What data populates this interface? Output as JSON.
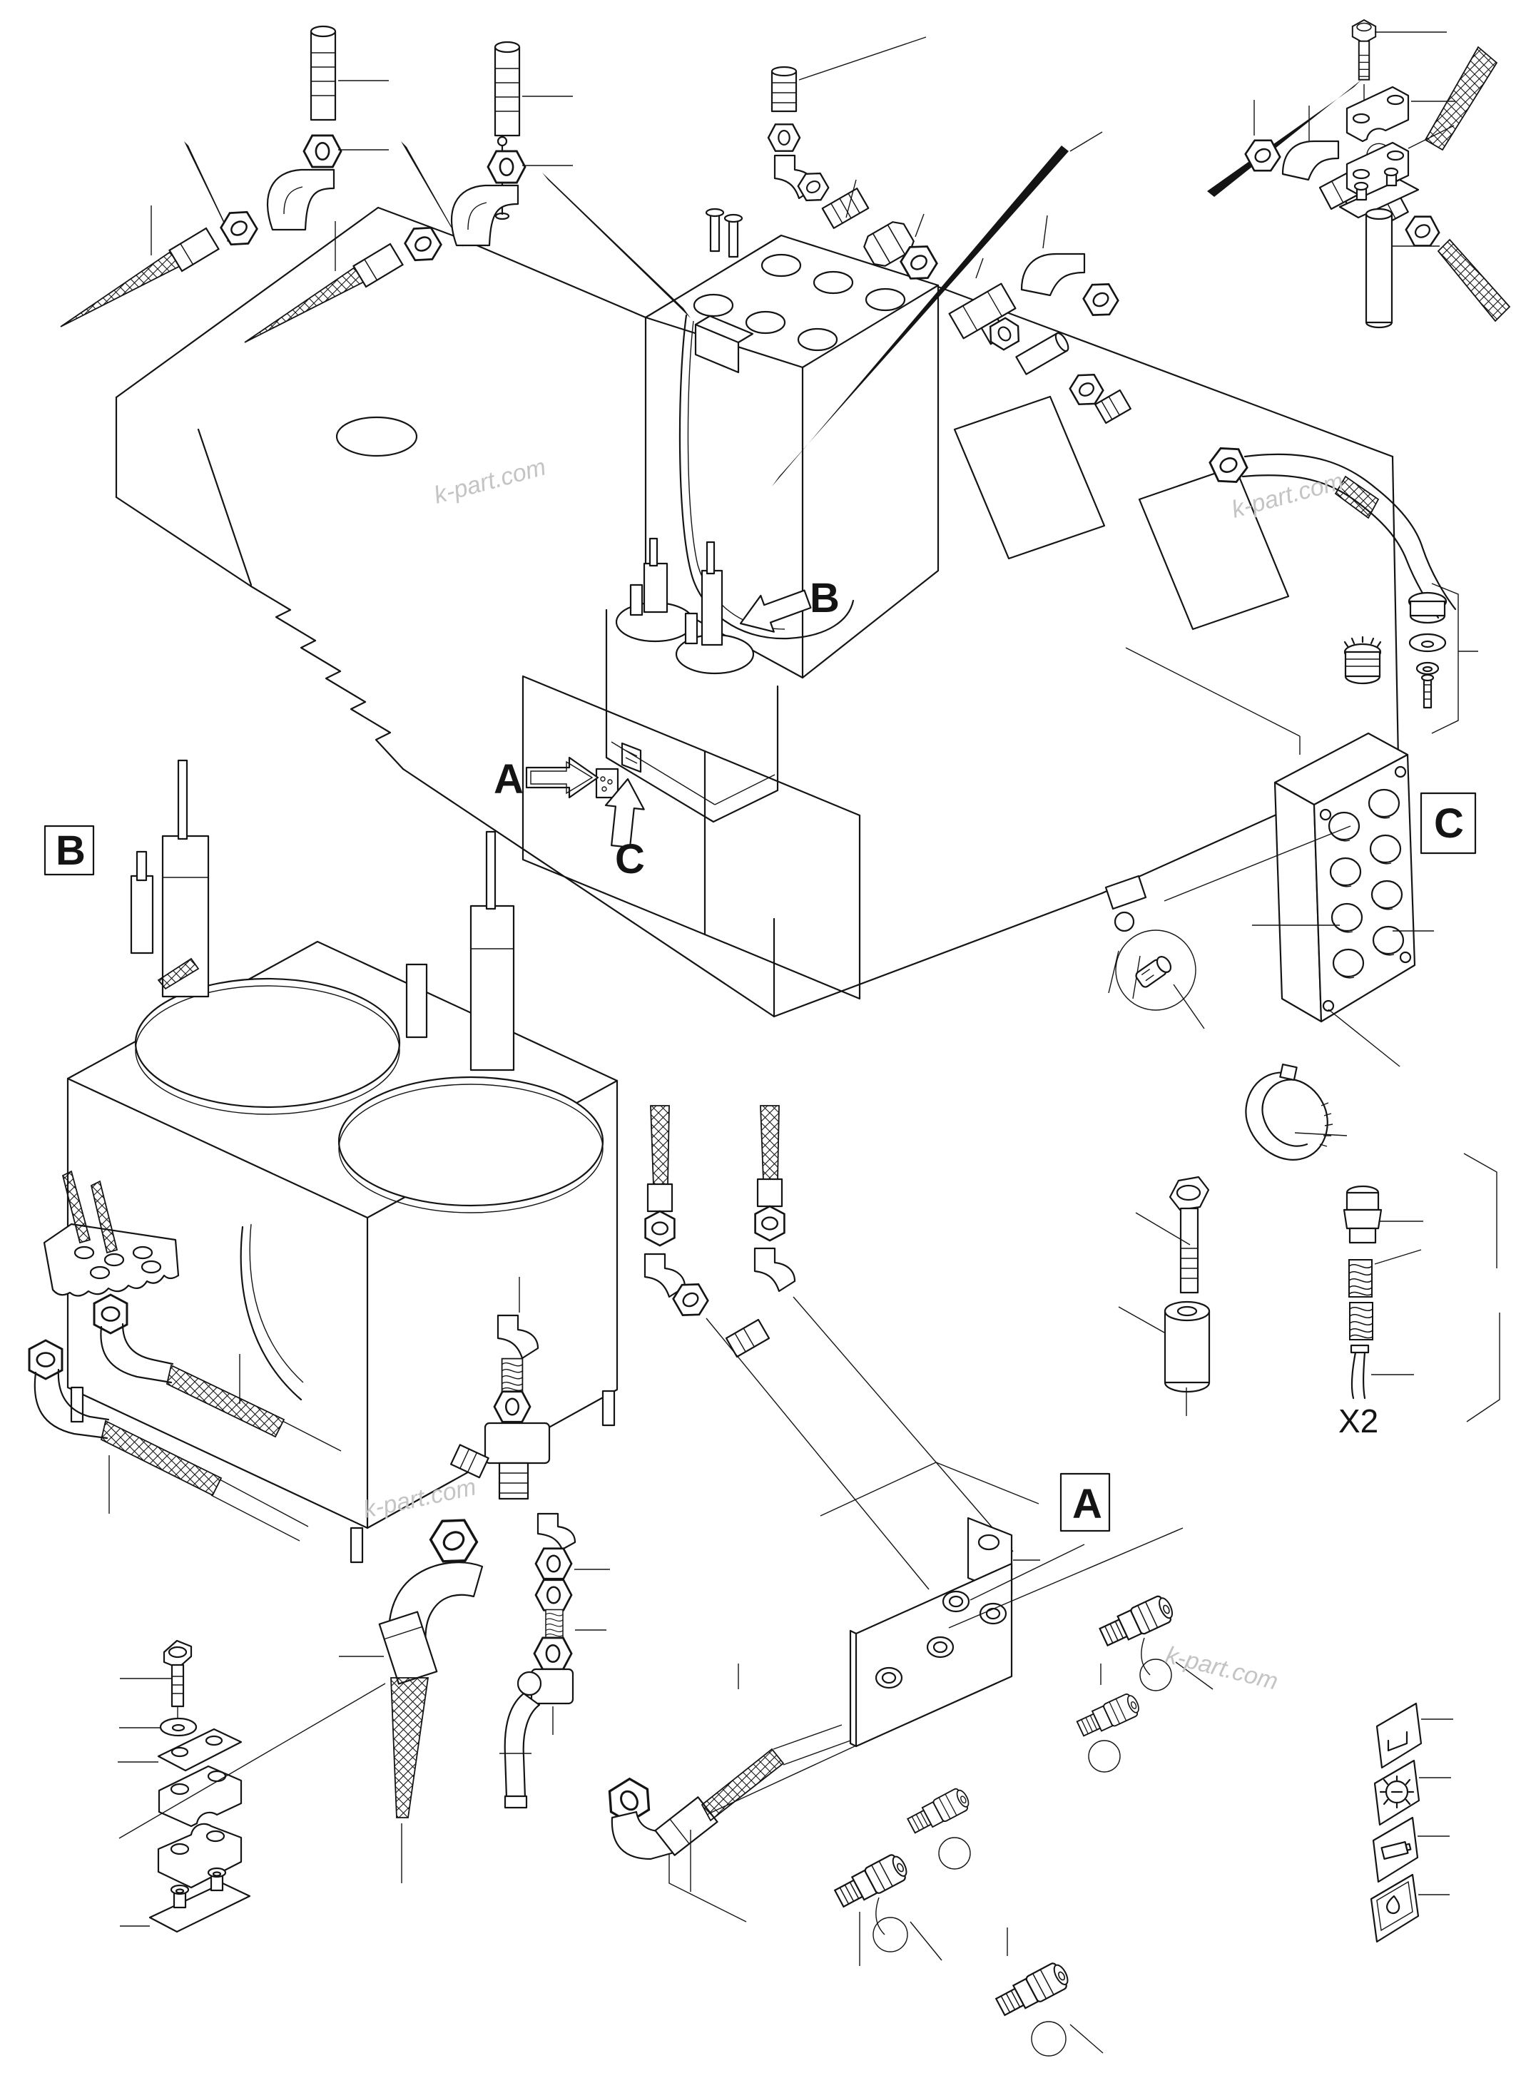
{
  "labels": {
    "detail_a": "A",
    "detail_b": "B",
    "detail_c": "C",
    "arrow_a": "A",
    "arrow_b": "B",
    "arrow_c": "C",
    "quantity": "X2"
  },
  "watermark": {
    "text": "k-part.com"
  },
  "icons": {
    "decal_1": "level-plate-icon",
    "decal_2": "gear-icon",
    "decal_3": "battery-icon",
    "decal_4": "oil-drop-icon"
  },
  "colors": {
    "line": "#141414",
    "background": "#ffffff",
    "watermark": "#c4c4c4"
  }
}
